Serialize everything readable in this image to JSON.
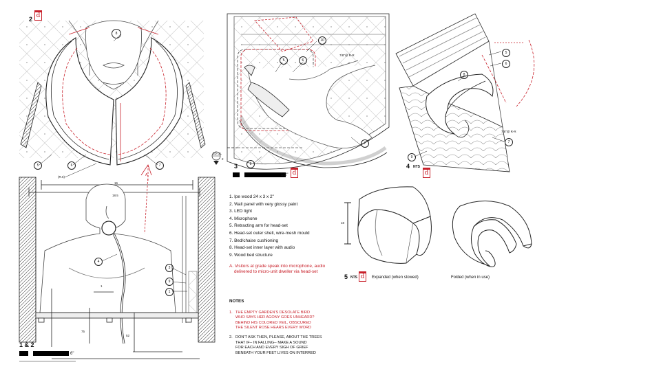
{
  "badge_letter": "d",
  "views": {
    "v2": {
      "label": "2"
    },
    "v12": {
      "label": "1 & 2",
      "scale_suffix": "6\""
    },
    "v3": {
      "label": "3",
      "scale_suffix": "1/2\""
    },
    "v4": {
      "label": "4",
      "nts": "NTS"
    },
    "v5": {
      "label": "5",
      "nts": "NTS",
      "caption_expanded": "Expanded (when stowed)",
      "caption_folded": "Folded (when in use)"
    }
  },
  "section_marker": {
    "top": "3D GL",
    "side": "2"
  },
  "dimensions": {
    "r6": "(R.6)",
    "w16": "16",
    "w185": "18.5",
    "one": "1",
    "h75": "75",
    "h52": "52",
    "h18": "18",
    "d78": "7/8\"@ R-R"
  },
  "callouts": {
    "c2_8": "8",
    "c2_5": "5",
    "c2_6": "6",
    "c2_7": "7",
    "c2_A": "A",
    "c12_4": "4",
    "c12_3": "3",
    "c12_9": "9",
    "c12_1": "1",
    "c3_10": "10",
    "c3_5": "5",
    "c3_6": "6",
    "c3_7": "7",
    "c3_9": "9",
    "c4_5": "5",
    "c4_6": "6",
    "c4_8": "8",
    "c4_7": "7",
    "c4_9": "9"
  },
  "legend": {
    "items": [
      "1. Ipe wood 24 x 3 x 2\"",
      "2. Wall panel with very glossy paint",
      "3. LED light",
      "4. Microphone",
      "5. Retracting arm for head-set",
      "6. Head-set outer shell, wire-mesh mould",
      "7. Bed/chaise cushioning",
      "8. Head-set inner layer with audio",
      "9. Wood bed structure"
    ],
    "note_a_1": "A. Visitors at grade speak into microphone, audio",
    "note_a_2": "delivered to micro-unit dweller via head-set"
  },
  "notes": {
    "header": "NOTES",
    "n1_num": "1.",
    "n1_lines": [
      "THE EMPTY GARDEN'S DESOLATE BIRD",
      "WHO SAYS HER AGONY GOES UNHEARD?",
      "BEHIND HIS COLORED VEIL, OBSCURED",
      "THE SILENT ROSE HEARS EVERY WORD"
    ],
    "n2_num": "2.",
    "n2_lines": [
      "DON'T ASK THEN, PLEASE, ABOUT THE TREES",
      "THAT IF-- IN FALLING-- MAKE A SOUND",
      "FOR EACH AND EVERY SIGH OF GRIEF",
      "BENEATH YOUR FEET LIVES ON INTERRED"
    ]
  },
  "colors": {
    "accent_red": "#c8202a",
    "line": "#222222",
    "faint": "#bbbbbb"
  }
}
